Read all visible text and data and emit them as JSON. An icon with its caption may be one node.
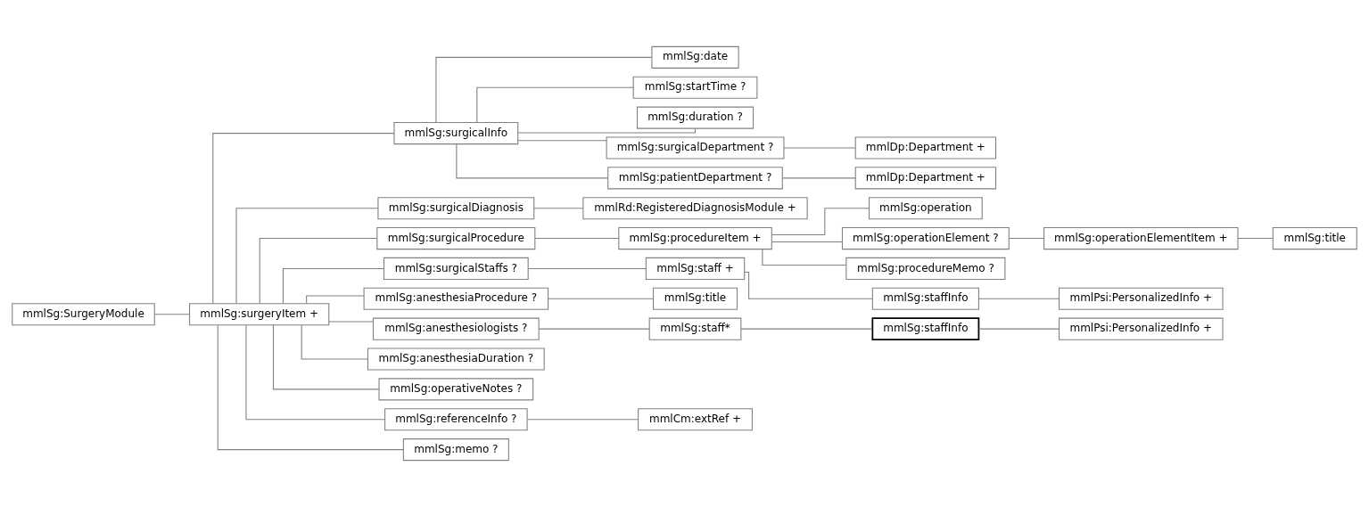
{
  "diagram": {
    "nodes": [
      {
        "text": [
          "mmlSg:SurgeryModule"
        ]
      },
      {
        "text": [
          "mmlSg:surgeryItem +"
        ]
      },
      {
        "text": [
          "mmlSg:surgicalInfo"
        ]
      },
      {
        "text": [
          "mmlSg:date"
        ]
      },
      {
        "text": [
          "mmlSg:startTime ?"
        ]
      },
      {
        "text": [
          "mmlSg:duration ?"
        ]
      },
      {
        "text": [
          "mmlSg:surgicalDepartment ?"
        ]
      },
      {
        "text": [
          "mmlDp:Department +"
        ]
      },
      {
        "text": [
          "mmlSg:patientDepartment ?"
        ]
      },
      {
        "text": [
          "mmlDp:Department +"
        ]
      },
      {
        "text": [
          "mmlSg:surgicalDiagnosis"
        ]
      },
      {
        "text": [
          "mmlRd:RegisteredDiagnosisModule +"
        ]
      },
      {
        "text": [
          "mmlSg:surgicalProcedure"
        ]
      },
      {
        "text": [
          "mmlSg:procedureItem +"
        ]
      },
      {
        "text": [
          "mmlSg:operation"
        ]
      },
      {
        "text": [
          "mmlSg:operationElement ?"
        ]
      },
      {
        "text": [
          "mmlSg:operationElementItem +"
        ]
      },
      {
        "text": [
          "mmlSg:title"
        ]
      },
      {
        "text": [
          "mmlSg:procedureMemo ?"
        ]
      },
      {
        "text": [
          "mmlSg:surgicalStaffs ?"
        ]
      },
      {
        "text": [
          "mmlSg:staff +"
        ]
      },
      {
        "text": [
          "mmlSg:staffInfo"
        ]
      },
      {
        "text": [
          "mmlPsi:PersonalizedInfo +"
        ]
      },
      {
        "text": [
          "mmlSg:anesthesiaProcedure ?"
        ]
      },
      {
        "text": [
          "mmlSg:title"
        ]
      },
      {
        "text": [
          "mmlSg:anesthesiologists ?"
        ]
      },
      {
        "text": [
          "mmlSg:staff*"
        ]
      },
      {
        "text": [
          "mmlSg:staffInfo"
        ]
      },
      {
        "text": [
          "mmlPsi:PersonalizedInfo +"
        ]
      },
      {
        "text": [
          "mmlSg:anesthesiaDuration ?"
        ]
      },
      {
        "text": [
          "mmlSg:operativeNotes ?"
        ]
      },
      {
        "text": [
          "mmlSg:referenceInfo ?"
        ]
      },
      {
        "text": [
          "mmlCm:extRef +"
        ]
      },
      {
        "text": [
          "mmlSg:memo ?"
        ]
      }
    ],
    "edges": [
      {
        "from": 0,
        "to": 1,
        "arrow": "none"
      },
      {
        "from": 1,
        "to": 2,
        "arrow": "none"
      },
      {
        "from": 2,
        "to": 3,
        "arrow": "none"
      },
      {
        "from": 2,
        "to": 4,
        "arrow": "none"
      },
      {
        "from": 2,
        "to": 5,
        "arrow": "none"
      },
      {
        "from": 2,
        "to": 6,
        "arrow": "none"
      },
      {
        "from": 6,
        "to": 7,
        "arrow": "none"
      },
      {
        "from": 2,
        "to": 8,
        "arrow": "none"
      },
      {
        "from": 8,
        "to": 9,
        "arrow": "none"
      },
      {
        "from": 1,
        "to": 10,
        "arrow": "none"
      },
      {
        "from": 10,
        "to": 11,
        "arrow": "none"
      },
      {
        "from": 1,
        "to": 12,
        "arrow": "none"
      },
      {
        "from": 12,
        "to": 13,
        "arrow": "none"
      },
      {
        "from": 13,
        "to": 14,
        "arrow": "none"
      },
      {
        "from": 13,
        "to": 15,
        "arrow": "none"
      },
      {
        "from": 15,
        "to": 16,
        "arrow": "none"
      },
      {
        "from": 16,
        "to": 17,
        "arrow": "none"
      },
      {
        "from": 13,
        "to": 18,
        "arrow": "none"
      },
      {
        "from": 1,
        "to": 19,
        "arrow": "none"
      },
      {
        "from": 19,
        "to": 20,
        "arrow": "none"
      },
      {
        "from": 20,
        "to": 21,
        "arrow": "none"
      },
      {
        "from": 21,
        "to": 22,
        "arrow": "none"
      },
      {
        "from": 1,
        "to": 23,
        "arrow": "none"
      },
      {
        "from": 23,
        "to": 24,
        "arrow": "none"
      },
      {
        "from": 1,
        "to": 25,
        "arrow": "none"
      },
      {
        "from": 25,
        "to": 26,
        "arrow": "none"
      },
      {
        "from": 26,
        "to": 27,
        "arrow": "none"
      },
      {
        "from": 27,
        "to": 28,
        "arrow": "none"
      },
      {
        "from": 1,
        "to": 29,
        "arrow": "none"
      },
      {
        "from": 1,
        "to": 30,
        "arrow": "none"
      },
      {
        "from": 1,
        "to": 31,
        "arrow": "none"
      },
      {
        "from": 31,
        "to": 32,
        "arrow": "none"
      },
      {
        "from": 1,
        "to": 33,
        "arrow": "none"
      }
    ]
  }
}
